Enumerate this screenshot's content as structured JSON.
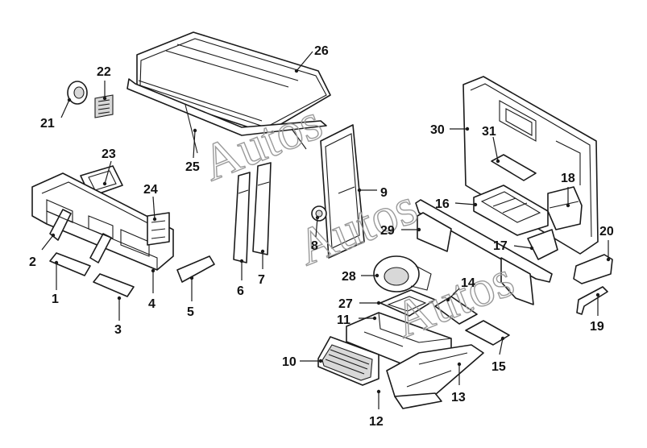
{
  "callouts": [
    "1",
    "2",
    "3",
    "4",
    "5",
    "6",
    "7",
    "8",
    "9",
    "10",
    "11",
    "12",
    "13",
    "14",
    "15",
    "16",
    "17",
    "18",
    "19",
    "20",
    "21",
    "22",
    "23",
    "24",
    "25",
    "26",
    "27",
    "28",
    "29",
    "30",
    "31"
  ],
  "watermark": {
    "text": "Autos",
    "color": "#9a9a9a"
  },
  "colors": {
    "line": "#1a1a1a",
    "shade": "#d8d8d8",
    "background": "#ffffff"
  }
}
